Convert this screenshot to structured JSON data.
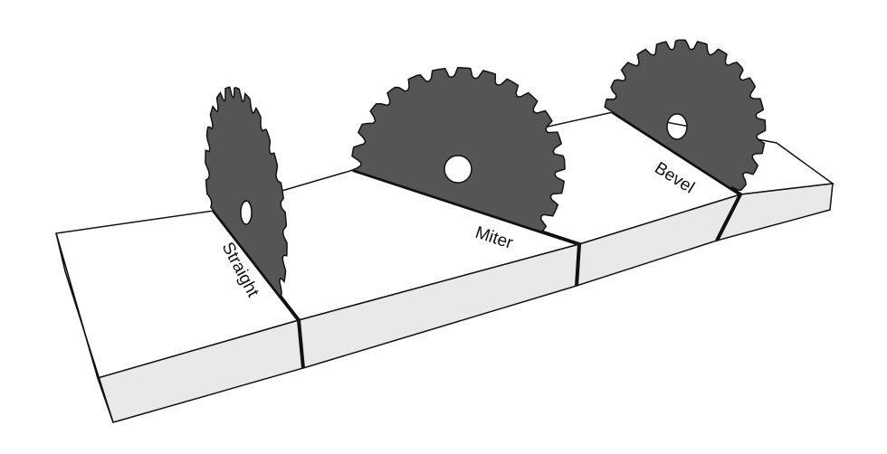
{
  "labels": {
    "straight": "Straight",
    "miter": "Miter",
    "bevel": "Bevel"
  },
  "colors": {
    "blade": "#555555",
    "board_top": "#ffffff",
    "board_side": "#e9e9e9",
    "board_end": "#dcdcdc",
    "outline": "#111111"
  }
}
